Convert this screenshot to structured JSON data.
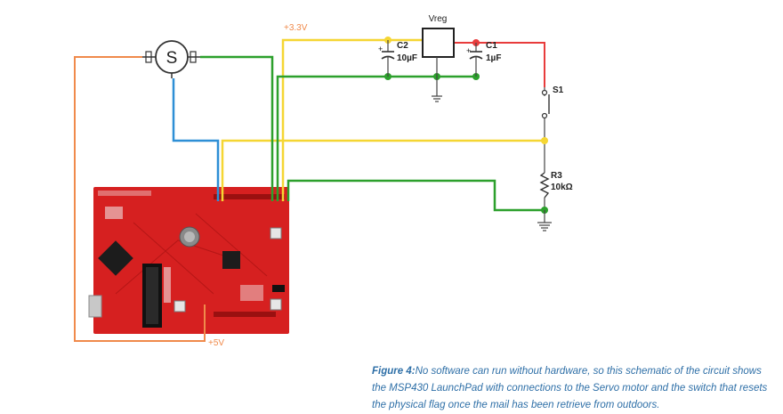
{
  "figure": {
    "caption_label": "Figure 4:",
    "caption_text": "No software can run without hardware, so this schematic of the circuit shows the MSP430 LaunchPad with connections to the Servo motor and the switch that resets the physical flag once the mail has been retrieve from outdoors."
  },
  "motor": {
    "symbol": "S"
  },
  "regulator": {
    "label": "Vreg"
  },
  "capacitors": [
    {
      "name": "C2",
      "value": "10µF",
      "polarity": "+"
    },
    {
      "name": "C1",
      "value": "1µF",
      "polarity": "+"
    }
  ],
  "switch": {
    "name": "S1"
  },
  "resistor": {
    "name": "R3",
    "value": "10kΩ"
  },
  "rails": {
    "v33": "+3.3V",
    "v5": "+5V"
  },
  "wire_colors": {
    "orange": "#f08a4b",
    "yellow": "#f5d633",
    "green": "#2ca02c",
    "blue": "#2e8fd6",
    "red": "#e83c3c",
    "board": "#d62020"
  }
}
